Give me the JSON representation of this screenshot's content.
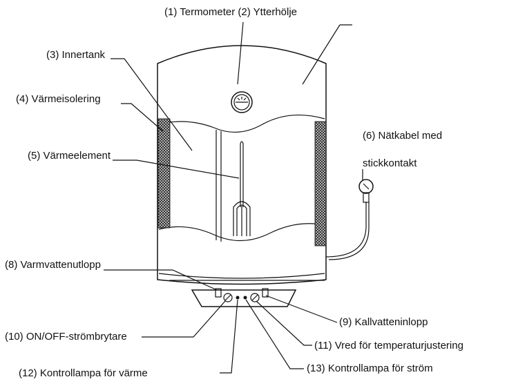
{
  "labels": {
    "header_1_2": "(1) Termometer (2) Ytterhölje",
    "l3": "(3) Innertank",
    "l4": "(4) Värmeisolering",
    "l5": "(5) Värmeelement",
    "l6_line1": "(6) Nätkabel med",
    "l6_line2": "stickkontakt",
    "l8": "(8) Varmvattenutlopp",
    "l9": "(9) Kallvatteninlopp",
    "l10": "(10) ON/OFF-strömbrytare",
    "l11": "(11) Vred för temperaturjustering",
    "l12": "(12) Kontrollampa för värme",
    "l13": "(13) Kontrollampa för ström"
  },
  "colors": {
    "ink": "#111111",
    "background": "#ffffff",
    "insulation_hatch": "#333333"
  }
}
